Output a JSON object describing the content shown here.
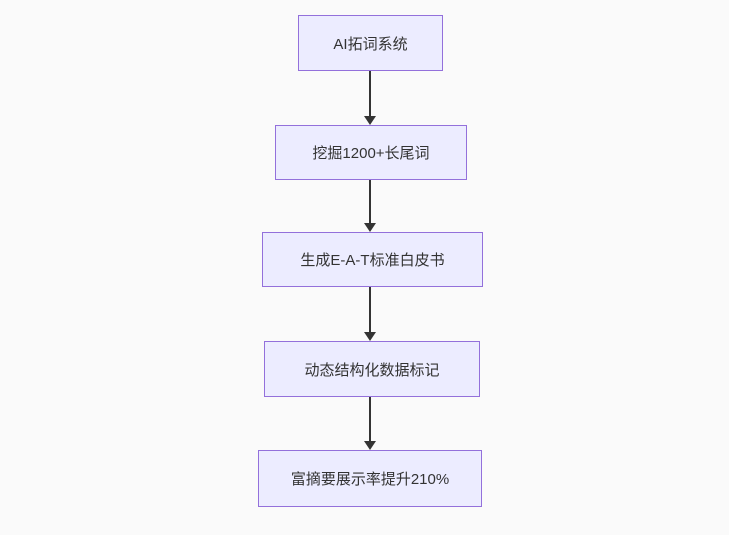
{
  "page": {
    "background_color": "#fafafa"
  },
  "flowchart": {
    "type": "flowchart-vertical-top-down",
    "node_fill_color": "#ECECFF",
    "node_border_color": "#9370DB",
    "arrow_color": "#333333",
    "text_color": "#333333",
    "nodes": [
      {
        "label": "AI拓词系统"
      },
      {
        "label": "挖掘1200+长尾词"
      },
      {
        "label": "生成E-A-T标准白皮书"
      },
      {
        "label": "动态结构化数据标记"
      },
      {
        "label": "富摘要展示率提升210%"
      }
    ],
    "edges": [
      {
        "from": 0,
        "to": 1,
        "style": "solid-arrow"
      },
      {
        "from": 1,
        "to": 2,
        "style": "solid-arrow"
      },
      {
        "from": 2,
        "to": 3,
        "style": "solid-arrow"
      },
      {
        "from": 3,
        "to": 4,
        "style": "solid-arrow"
      }
    ]
  }
}
